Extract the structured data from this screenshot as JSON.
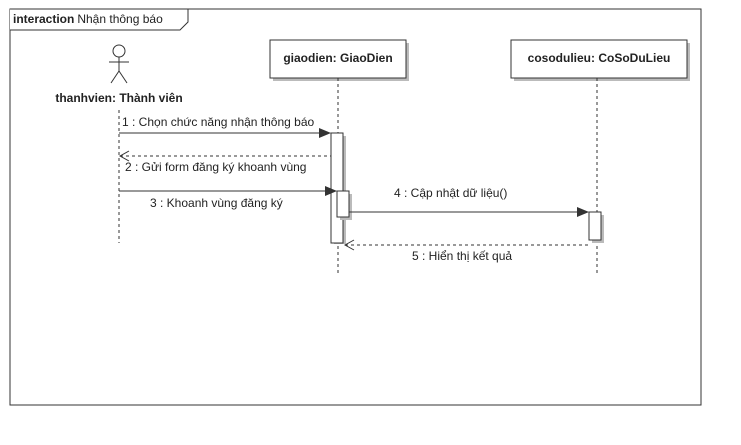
{
  "frame": {
    "keyword": "interaction",
    "title": "Nhận thông báo"
  },
  "actor": {
    "label": "thanhvien: Thành viên",
    "icon": "stick-figure-icon"
  },
  "lifelines": [
    {
      "label": "giaodien: GiaoDien"
    },
    {
      "label": "cosodulieu: CoSoDuLieu"
    }
  ],
  "messages": [
    {
      "label": "1 : Chọn chức năng nhận thông báo",
      "kind": "sync"
    },
    {
      "label": "2 : Gửi form đăng ký khoanh vùng",
      "kind": "return"
    },
    {
      "label": "3 : Khoanh vùng đăng ký",
      "kind": "sync"
    },
    {
      "label": "4 : Cập nhật dữ liệu()",
      "kind": "sync"
    },
    {
      "label": "5 : Hiển thị kết quả",
      "kind": "return"
    }
  ],
  "colors": {
    "line": "#333333",
    "box_shadow": "#bbbbbb",
    "text": "#222222"
  }
}
